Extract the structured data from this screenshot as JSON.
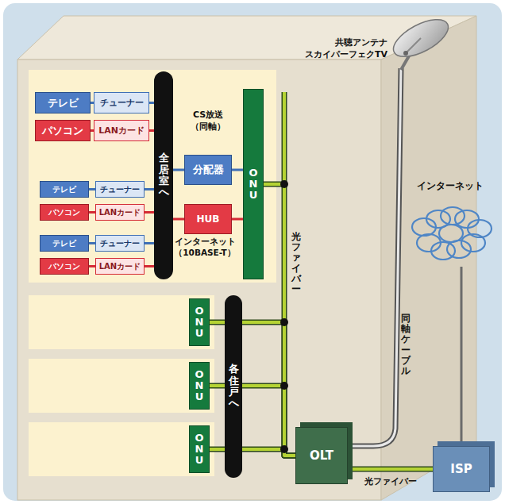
{
  "diagram": {
    "nodes": [
      {
        "text": [
          "テレビ"
        ]
      },
      {
        "text": [
          "チューナー"
        ]
      },
      {
        "text": [
          "パソコン"
        ]
      },
      {
        "text": [
          "LANカード"
        ]
      },
      {
        "text": [
          "テレビ"
        ]
      },
      {
        "text": [
          "チューナー"
        ]
      },
      {
        "text": [
          "パソコン"
        ]
      },
      {
        "text": [
          "LANカード"
        ]
      },
      {
        "text": [
          "テレビ"
        ]
      },
      {
        "text": [
          "チューナー"
        ]
      },
      {
        "text": [
          "パソコン"
        ]
      },
      {
        "text": [
          "LANカード"
        ]
      },
      {
        "text": [
          "全居室へ"
        ]
      },
      {
        "text": [
          "分配器"
        ]
      },
      {
        "text": [
          "HUB"
        ]
      },
      {
        "text": [
          "ONU"
        ]
      },
      {
        "text": [
          "ONU"
        ]
      },
      {
        "text": [
          "ONU"
        ]
      },
      {
        "text": [
          "ONU"
        ]
      },
      {
        "text": [
          "各住戸へ"
        ]
      },
      {
        "text": [
          "OLT"
        ]
      },
      {
        "text": [
          "ISP"
        ]
      },
      {
        "text": [
          "インターネット"
        ]
      }
    ],
    "edges": [
      {
        "from": 0,
        "to": 1,
        "arrow": "none"
      },
      {
        "from": 2,
        "to": 3,
        "arrow": "none"
      },
      {
        "from": 4,
        "to": 5,
        "arrow": "none"
      },
      {
        "from": 6,
        "to": 7,
        "arrow": "none"
      },
      {
        "from": 8,
        "to": 9,
        "arrow": "none"
      },
      {
        "from": 10,
        "to": 11,
        "arrow": "none"
      },
      {
        "from": 1,
        "to": 12,
        "arrow": "none"
      },
      {
        "from": 3,
        "to": 12,
        "arrow": "none"
      },
      {
        "from": 5,
        "to": 12,
        "arrow": "none"
      },
      {
        "from": 7,
        "to": 12,
        "arrow": "none"
      },
      {
        "from": 9,
        "to": 12,
        "arrow": "none"
      },
      {
        "from": 11,
        "to": 12,
        "arrow": "none"
      },
      {
        "from": 12,
        "to": 13,
        "arrow": "none"
      },
      {
        "from": 12,
        "to": 14,
        "arrow": "none"
      },
      {
        "from": 13,
        "to": 15,
        "arrow": "none"
      },
      {
        "from": 14,
        "to": 15,
        "arrow": "none"
      },
      {
        "from": 15,
        "to": 20,
        "arrow": "none"
      },
      {
        "from": 16,
        "to": 20,
        "arrow": "none"
      },
      {
        "from": 17,
        "to": 20,
        "arrow": "none"
      },
      {
        "from": 18,
        "to": 20,
        "arrow": "none"
      },
      {
        "from": 20,
        "to": 21,
        "label": "光ファイバー",
        "arrow": "none"
      },
      {
        "from": 21,
        "to": 22,
        "arrow": "none"
      }
    ],
    "labels": [
      "共聴アンテナ スカイパーフェクTV",
      "CS放送 （同軸）",
      "インターネット （10BASE-T）",
      "光ファイバー",
      "同軸ケーブル"
    ]
  }
}
